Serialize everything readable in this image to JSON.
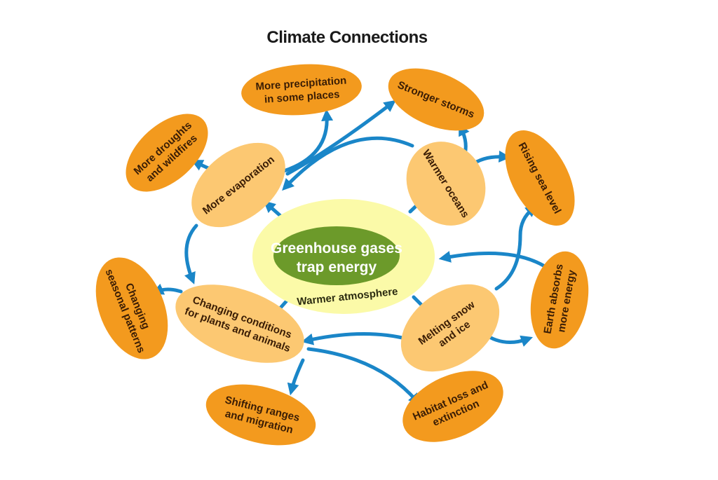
{
  "title": "Climate Connections",
  "center": {
    "lines": [
      "Greenhouse gases",
      "trap energy"
    ],
    "halo_label": "Warmer atmosphere"
  },
  "effects": {
    "evaporation": [
      "More evaporation"
    ],
    "oceans": [
      "Warmer oceans"
    ],
    "snow": [
      "Melting snow",
      "and ice"
    ],
    "conditions": [
      "Changing conditions",
      "for plants and animals"
    ]
  },
  "outcomes": {
    "precipitation": [
      "More precipitation",
      "in some places"
    ],
    "storms": [
      "Stronger storms"
    ],
    "droughts": [
      "More droughts",
      "and wildfires"
    ],
    "sea_level": [
      "Rising sea level"
    ],
    "earth_energy": [
      "Earth absorbs",
      "more energy"
    ],
    "seasonal": [
      "Changing",
      "seasonal patterns"
    ],
    "ranges": [
      "Shifting ranges",
      "and migration"
    ],
    "habitat": [
      "Habitat loss and",
      "extinction"
    ]
  },
  "colors": {
    "outcome_fill": "#f39a1e",
    "effect_fill": "#fcc872",
    "center_fill": "#6c9a2a",
    "halo_fill": "#fbfaa8",
    "arrow": "#1a86c8"
  }
}
